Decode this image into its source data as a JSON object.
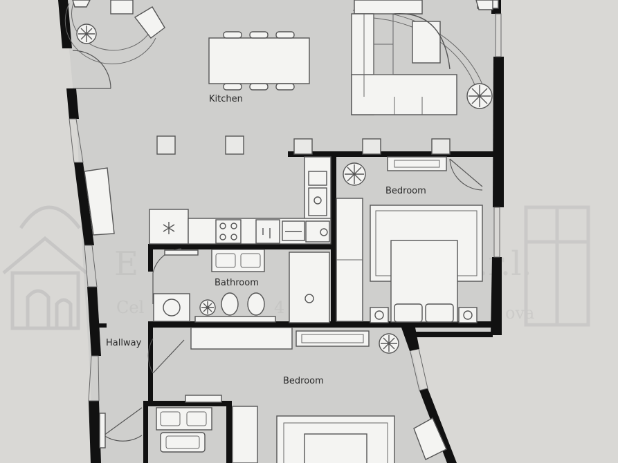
{
  "rooms": {
    "kitchen": "Kitchen",
    "bedroom_1": "Bedroom",
    "bathroom": "Bathroom",
    "hallway": "Hallway",
    "bedroom_2": "Bedroom"
  },
  "watermark": {
    "name_left": "E",
    "name_right": ".r.l.",
    "line_left": "Cel",
    "line_mid": "4",
    "line_right": "ova"
  },
  "colors": {
    "paper": "#d9d8d5",
    "floor": "#cfcfcd",
    "wall": "#111111",
    "furniture": "#e9e9e7"
  }
}
